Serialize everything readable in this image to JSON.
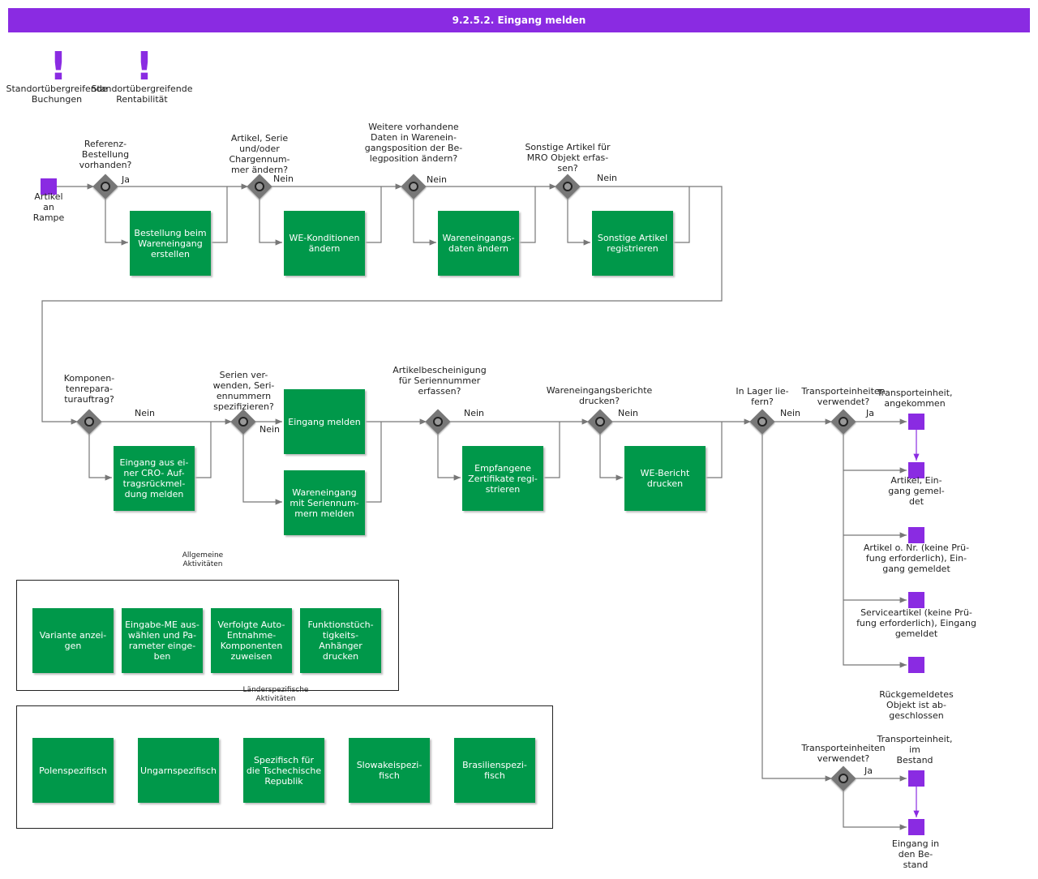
{
  "title": "9.2.5.2. Eingang melden",
  "risks": [
    {
      "label": "Standortübergreifende\nBuchungen"
    },
    {
      "label": "Standortübergreifende\nRentabilität"
    }
  ],
  "start_event": "Artikel\nan\nRampe",
  "gateways": {
    "g1": "Referenz-\nBestellung\nvorhanden?",
    "g2": "Artikel, Serie\nund/oder\nChargennum-\nmer ändern?",
    "g3": "Weitere vorhandene\nDaten in    Warenein-\ngangsposition    der Be-\nlegposition    ändern?",
    "g4": "Sonstige Artikel für\nMRO Objekt erfas-\nsen?",
    "g5": "Komponen-\ntenrepara-\nturauftrag?",
    "g6": "Serien ver-\nwenden, Seri-\nennummern\nspezifizieren?",
    "g7": "Artikelbescheinigung\nfür    Seriennummer\nerfassen?",
    "g8": "Wareneingangsberichte\ndrucken?",
    "g9": "In Lager lie-\nfern?",
    "g10": "Transporteinheiten\nverwendet?",
    "g11": "Transporteinheiten\nverwendet?"
  },
  "edge_labels": {
    "ja": "Ja",
    "nein": "Nein"
  },
  "tasks": {
    "t1": "Bestellung beim\nWareneingang\nerstellen",
    "t2": "WE-Konditionen\nändern",
    "t3": "Wareneingangs-\ndaten    ändern",
    "t4": "Sonstige Artikel\nregistrieren",
    "t5": "Eingang aus ei-\nner  CRO- Auf-\ntragsrückmel-\ndung  melden",
    "t6": "Eingang melden",
    "t7": "Wareneingang\nmit Seriennum-\nmern melden",
    "t8": "Empfangene\nZertifikate regi-\nstrieren",
    "t9": "WE-Bericht\ndrucken"
  },
  "end_events": {
    "e1": "Transporteinheit,\nangekommen",
    "e2": "Artikel, Ein-\ngang gemel-\ndet",
    "e3": "Artikel o. Nr. (keine Prü-\nfung erforderlich), Ein-\ngang gemeldet",
    "e4": "Serviceartikel (keine Prü-\nfung erforderlich), Eingang\ngemeldet",
    "e5": "Rückgemeldetes\nObjekt ist    ab-\ngeschlossen",
    "e6": "Transporteinheit,\nim\nBestand",
    "e7": "Eingang in\nden Be-\nstand"
  },
  "groups": {
    "general": {
      "title": "Allgemeine\nAktivitäten",
      "tasks": [
        "Variante anzei-\ngen",
        "Eingabe-ME aus-\nwählen und Pa-\nrameter einge-\nben",
        "Verfolgte Auto-\nEntnahme-\nKomponenten\nzuweisen",
        "Funktionstüch-\ntigkeits-\nAnhänger\ndrucken"
      ]
    },
    "country": {
      "title": "Länderspezifische\nAktivitäten",
      "tasks": [
        "Polenspezifisch",
        "Ungarnspezifisch",
        "Spezifisch für\ndie Tschechische\nRepublik",
        "Slowakeispezi-\nfisch",
        "Brasilienspezi-\nfisch"
      ]
    }
  },
  "colors": {
    "header": "#8a2be2",
    "task": "#00984a",
    "event": "#8a2be2",
    "gateway": "#777777",
    "line": "#777777"
  }
}
